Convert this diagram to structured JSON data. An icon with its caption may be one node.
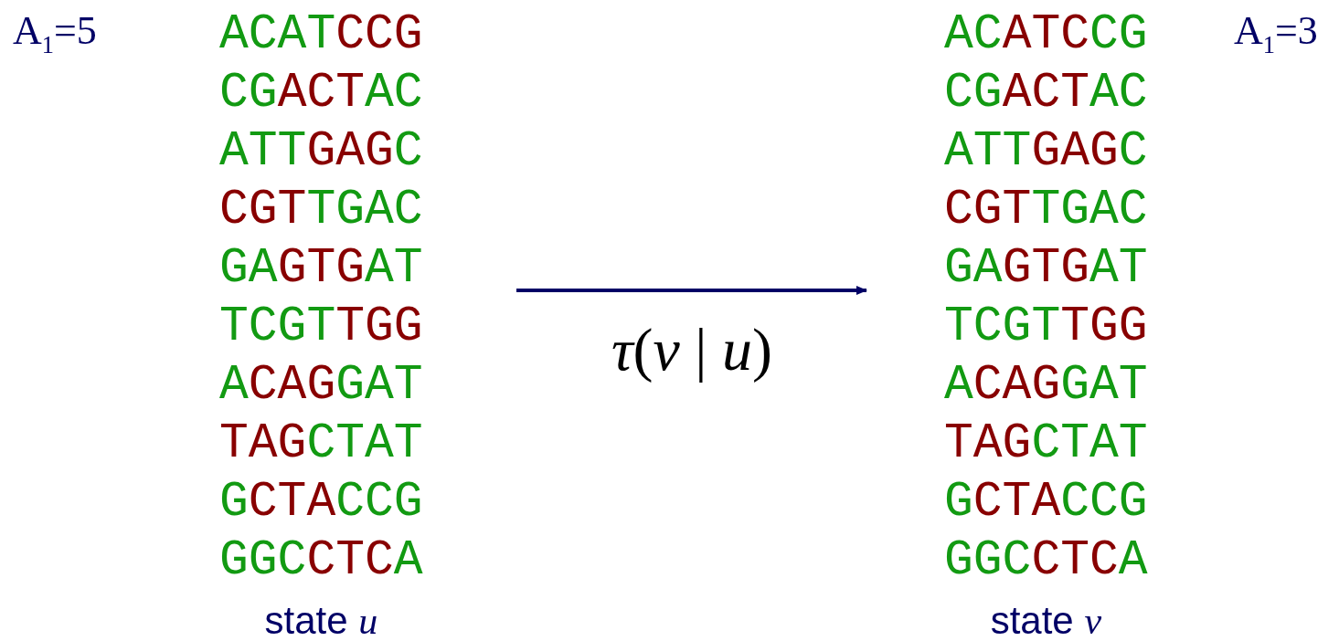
{
  "diagram": {
    "nodes": [
      {
        "text": [
          "ACAT**CCG**",
          "CG**ACT**AC",
          "ATT**GAG**C",
          "**CGT**TGAC",
          "GA**GTG**AT",
          "TCGT**TGG**",
          "A**CAG**GAT",
          "**TAG**CTAT",
          "G**CTA**CCG",
          "GGC**CTC**A",
          "state *u*"
        ]
      },
      {
        "text": [
          "AC**ATC**CG",
          "CG**ACT**AC",
          "ATT**GAG**C",
          "**CGT**TGAC",
          "GA**GTG**AT",
          "TCGT**TGG**",
          "A**CAG**GAT",
          "**TAG**CTAT",
          "G**CTA**CCG",
          "GGC**CTC**A",
          "state *v*"
        ]
      }
    ],
    "edges": [
      {
        "from": 0,
        "to": 1,
        "arrow": "to",
        "label": "*τ*(*v* | *u*)"
      }
    ],
    "labels": [
      "A$_{1}$=5",
      "A$_{1}$=3"
    ]
  }
}
